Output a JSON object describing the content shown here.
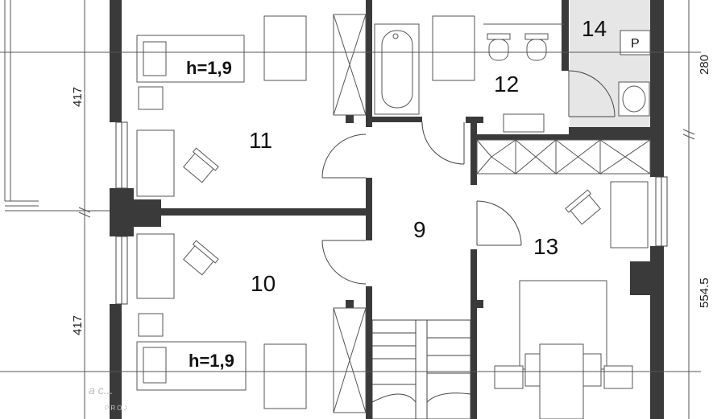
{
  "rooms": {
    "r9": "9",
    "r10": "10",
    "r11": "11",
    "r12": "12",
    "r13": "13",
    "r14": "14"
  },
  "heights": {
    "top_bed": "h=1,9",
    "bottom_bed": "h=1,9"
  },
  "dimensions": {
    "left_top": "417",
    "left_bottom": "417",
    "right_top": "280",
    "right_bottom": "554.5"
  },
  "markers": {
    "p": "P"
  },
  "watermark": {
    "main": "a c...",
    "sub": "PROJ"
  },
  "colors": {
    "wall": "#3a3a3a",
    "service_room": "#e6e6e6",
    "line": "#444444"
  }
}
